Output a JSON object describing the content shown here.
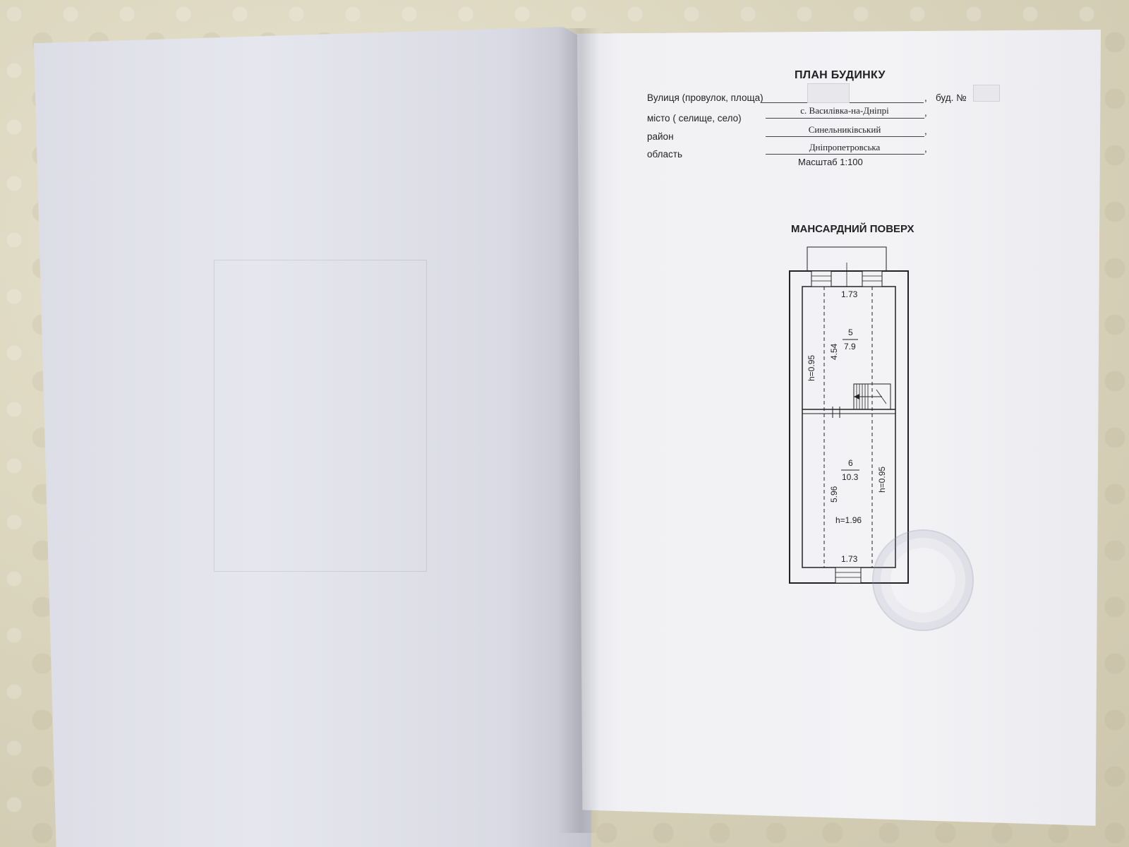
{
  "document": {
    "title": "ПЛАН БУДИНКУ",
    "street_label": "Вулиця (провулок, площа)",
    "building_label": "буд. №",
    "city_label": "місто ( селище, село)",
    "city_value": "с. Василівка-на-Дніпрі",
    "district_label": "район",
    "district_value": "Синельниківський",
    "region_label": "область",
    "region_value": "Дніпропетровська",
    "scale": "Масштаб 1:100",
    "floor_title": "МАНСАРДНИЙ ПОВЕРХ",
    "comma": ","
  },
  "plan": {
    "room5": {
      "number": "5",
      "area": "7.9",
      "length": "4.54",
      "width_top": "1.73"
    },
    "room6": {
      "number": "6",
      "area": "10.3",
      "length": "5.96",
      "width_bottom": "1.73"
    },
    "height_left": "h=0.95",
    "height_right": "h=0.95",
    "height_center": "h=1.96"
  }
}
